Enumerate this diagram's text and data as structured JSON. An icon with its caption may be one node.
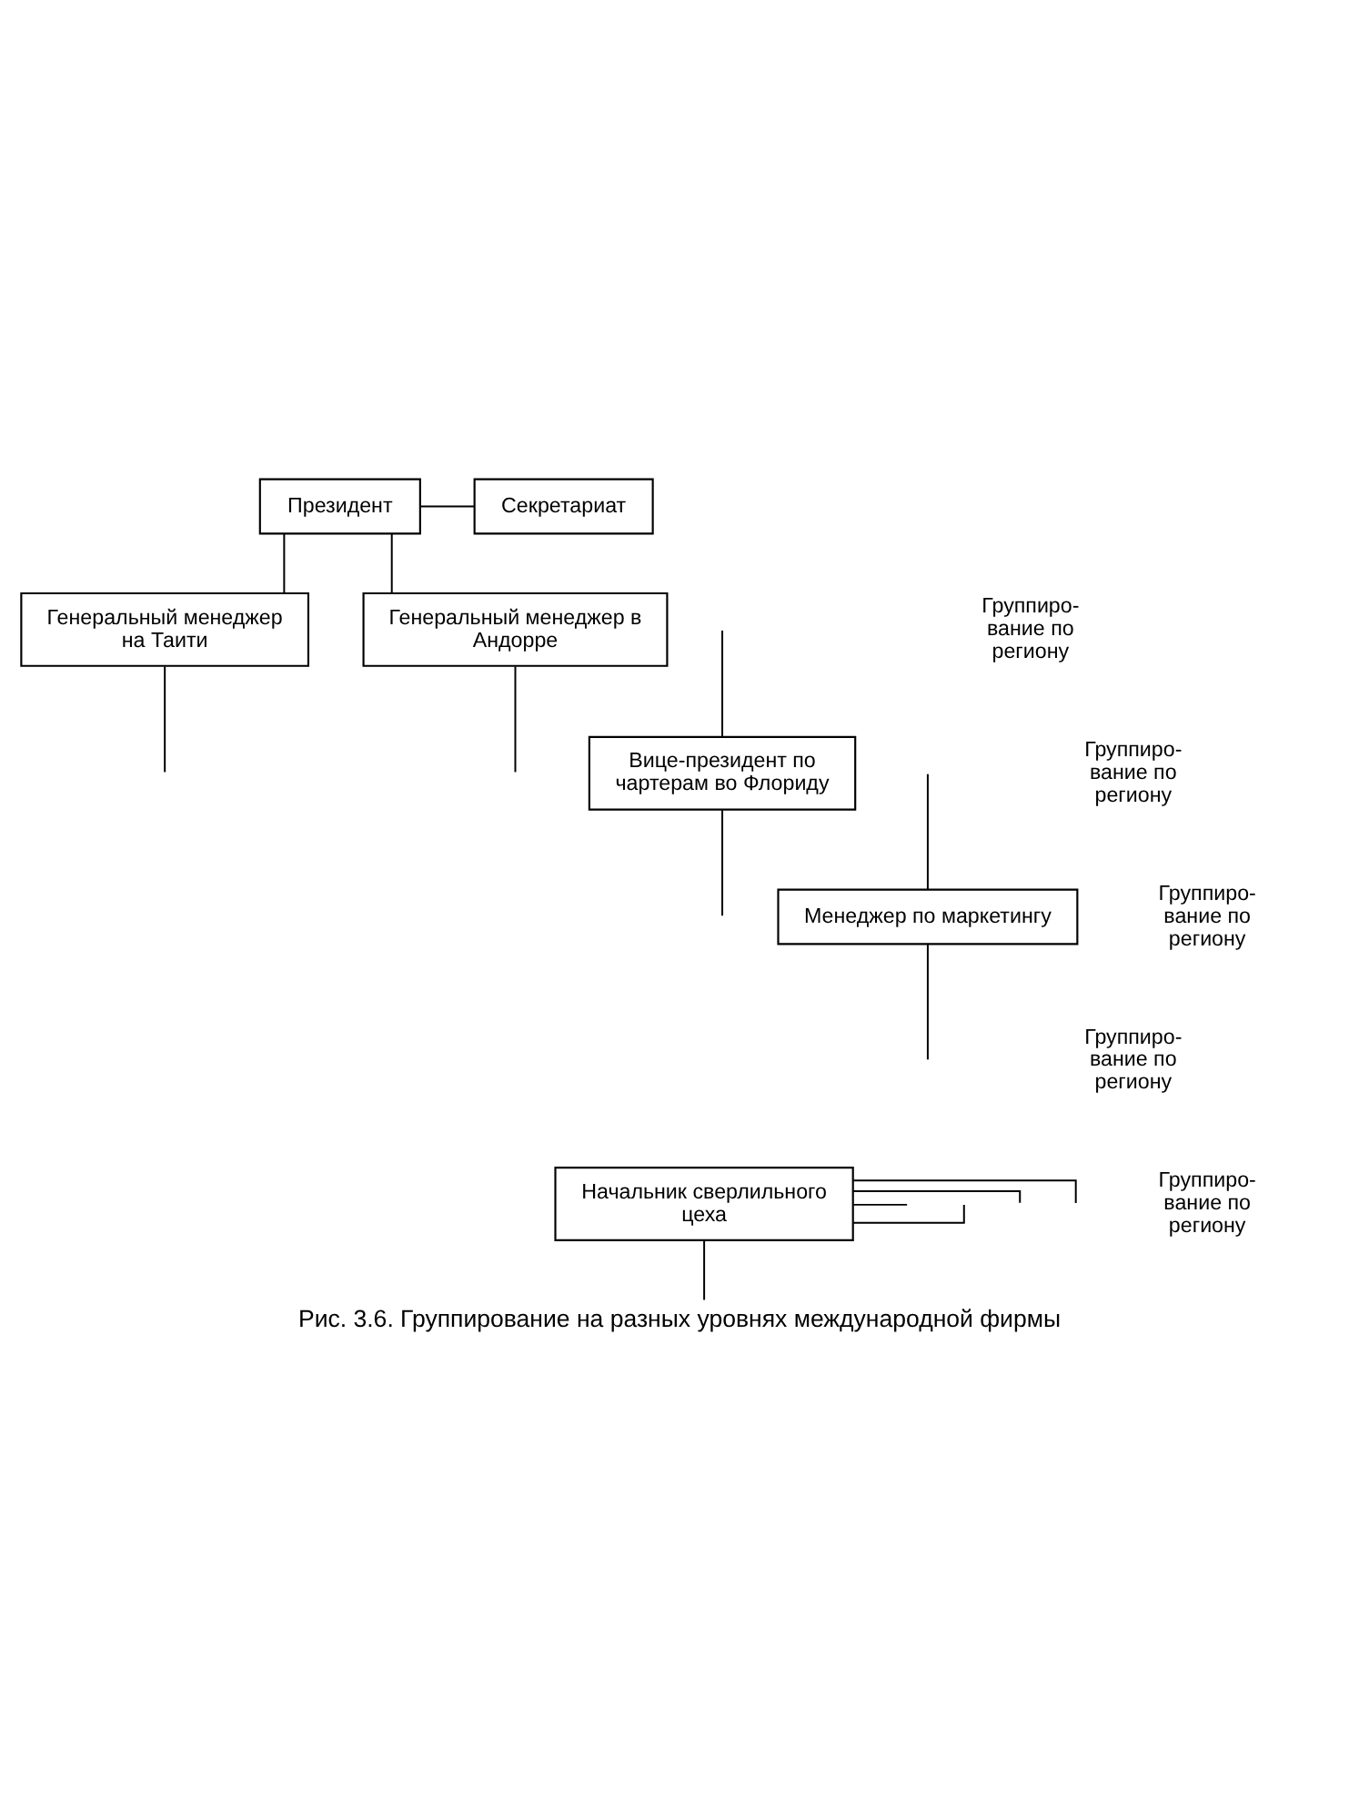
{
  "diagram": {
    "caption": "Рис. 3.6. Группирование на разных уровнях международной фирмы",
    "nodes": [
      {
        "text": [
          "Президент"
        ]
      },
      {
        "text": [
          "Секретариат"
        ]
      },
      {
        "text": [
          "Генеральный менеджер на Таити"
        ]
      },
      {
        "text": [
          "Генеральный менеджер в Андорре"
        ]
      },
      {
        "text": [
          "Вице-президент по чартерам во Флориду"
        ]
      },
      {
        "text": [
          "Менеджер по маркетингу"
        ]
      },
      {
        "text": [
          "Начальник сверлильного цеха"
        ]
      }
    ],
    "edges": [
      {
        "from": 0,
        "to": 1,
        "arrow": "none"
      },
      {
        "from": 0,
        "to": 2,
        "arrow": "none"
      },
      {
        "from": 0,
        "to": 3,
        "arrow": "none"
      },
      {
        "from": 2,
        "to": null,
        "arrow": "none"
      },
      {
        "from": 3,
        "to": null,
        "arrow": "none"
      },
      {
        "from": null,
        "to": 4,
        "arrow": "none"
      },
      {
        "from": 4,
        "to": null,
        "arrow": "none"
      },
      {
        "from": null,
        "to": 5,
        "arrow": "none"
      },
      {
        "from": 5,
        "to": null,
        "arrow": "none"
      },
      {
        "from": 6,
        "to": null,
        "arrow": "none"
      },
      {
        "from": 6,
        "to": null,
        "arrow": "none"
      },
      {
        "from": 6,
        "to": null,
        "arrow": "none"
      },
      {
        "from": 6,
        "to": null,
        "arrow": "none"
      },
      {
        "from": 6,
        "to": null,
        "arrow": "none"
      }
    ],
    "labels": [
      "Группиро- вание по региону",
      "Группиро- вание по региону",
      "Группиро- вание по региону",
      "Группиро- вание по региону",
      "Группиро- вание по региону"
    ]
  }
}
